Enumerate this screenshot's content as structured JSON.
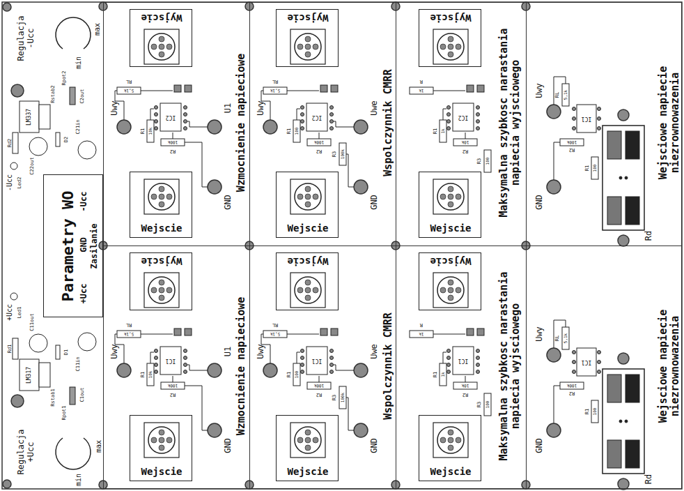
{
  "diagram": {
    "nodes": [
      {
        "text": [
          "Parametry WO",
          "+Ucc",
          "GND",
          "-Ucc",
          "Zasilanie"
        ]
      },
      {
        "text": [
          "Wzmocnienie napieciowe"
        ]
      },
      {
        "text": [
          "Wyjscie"
        ],
        "in": 1
      },
      {
        "text": [
          "Wejscie"
        ],
        "in": 1
      },
      {
        "text": [
          "Wspolczynnik CMRR"
        ]
      },
      {
        "text": [
          "Wyjscie"
        ],
        "in": 4
      },
      {
        "text": [
          "Wejscie"
        ],
        "in": 4
      },
      {
        "text": [
          "Maksymalna szybkosc narastania napiecia wyjsciowego"
        ]
      },
      {
        "text": [
          "Wyjscie"
        ],
        "in": 7
      },
      {
        "text": [
          "Wejscie"
        ],
        "in": 7
      },
      {
        "text": [
          "Wejsciowe napiecie niezrownowazenia"
        ]
      },
      {
        "text": [
          "Wzmocnienie napieciowe"
        ]
      },
      {
        "text": [
          "Wyjscie"
        ],
        "in": 11
      },
      {
        "text": [
          "Wejscie"
        ],
        "in": 11
      },
      {
        "text": [
          "Wspolczynnik CMRR"
        ]
      },
      {
        "text": [
          "Wyjscie"
        ],
        "in": 14
      },
      {
        "text": [
          "Wejscie"
        ],
        "in": 14
      },
      {
        "text": [
          "Maksymalna szybkosc narastania napiecia wyjsciowego"
        ]
      },
      {
        "text": [
          "Wyjscie"
        ],
        "in": 17
      },
      {
        "text": [
          "Wejscie"
        ],
        "in": 17
      },
      {
        "text": [
          "Wejsciowe napiecie niezrownowazenia"
        ]
      }
    ],
    "labels": [
      "Regulacja -Ucc",
      "min",
      "max",
      "Rpot2",
      "Rstab2",
      "C2out",
      "LM337",
      "Rd2",
      "C22out",
      "D2",
      "C21in",
      "-Ucc",
      "Led2",
      "+Ucc",
      "Led1",
      "Rd1",
      "C11out",
      "D1",
      "C11in",
      "LM317",
      "C1out",
      "Rstab1",
      "Rpot1",
      "Regulacja +Ucc",
      "min",
      "max",
      "Uwy",
      "U1",
      "GND",
      "RL",
      "5,1k",
      "R1",
      "10k",
      "R2",
      "100k",
      "IC2",
      "Uwy",
      "Uwe",
      "GND",
      "RL",
      "5,1k",
      "R1",
      "100",
      "R2",
      "100k",
      "R3",
      "100k",
      "IC2",
      "R",
      "1k",
      "R1",
      "1k",
      "R2",
      "10k",
      "R3",
      "100",
      "IC2",
      "Uwy",
      "GND",
      "Rd",
      "RL",
      "5,1k",
      "R2",
      "100k",
      "R1",
      "100",
      "IC1",
      "Uwy",
      "U1",
      "GND",
      "RL",
      "5,1k",
      "R1",
      "10k",
      "R2",
      "100k",
      "IC1",
      "Uwy",
      "Uwe",
      "GND",
      "RL",
      "5,1k",
      "R1",
      "100",
      "R2",
      "100k",
      "R3",
      "100k",
      "IC1",
      "R",
      "1k",
      "R1",
      "1k",
      "R2",
      "10k",
      "R3",
      "100",
      "IC1",
      "Uwy",
      "GND",
      "Rd",
      "RL",
      "5,1k",
      "R2",
      "100k",
      "R1",
      "100",
      "IC1"
    ]
  }
}
